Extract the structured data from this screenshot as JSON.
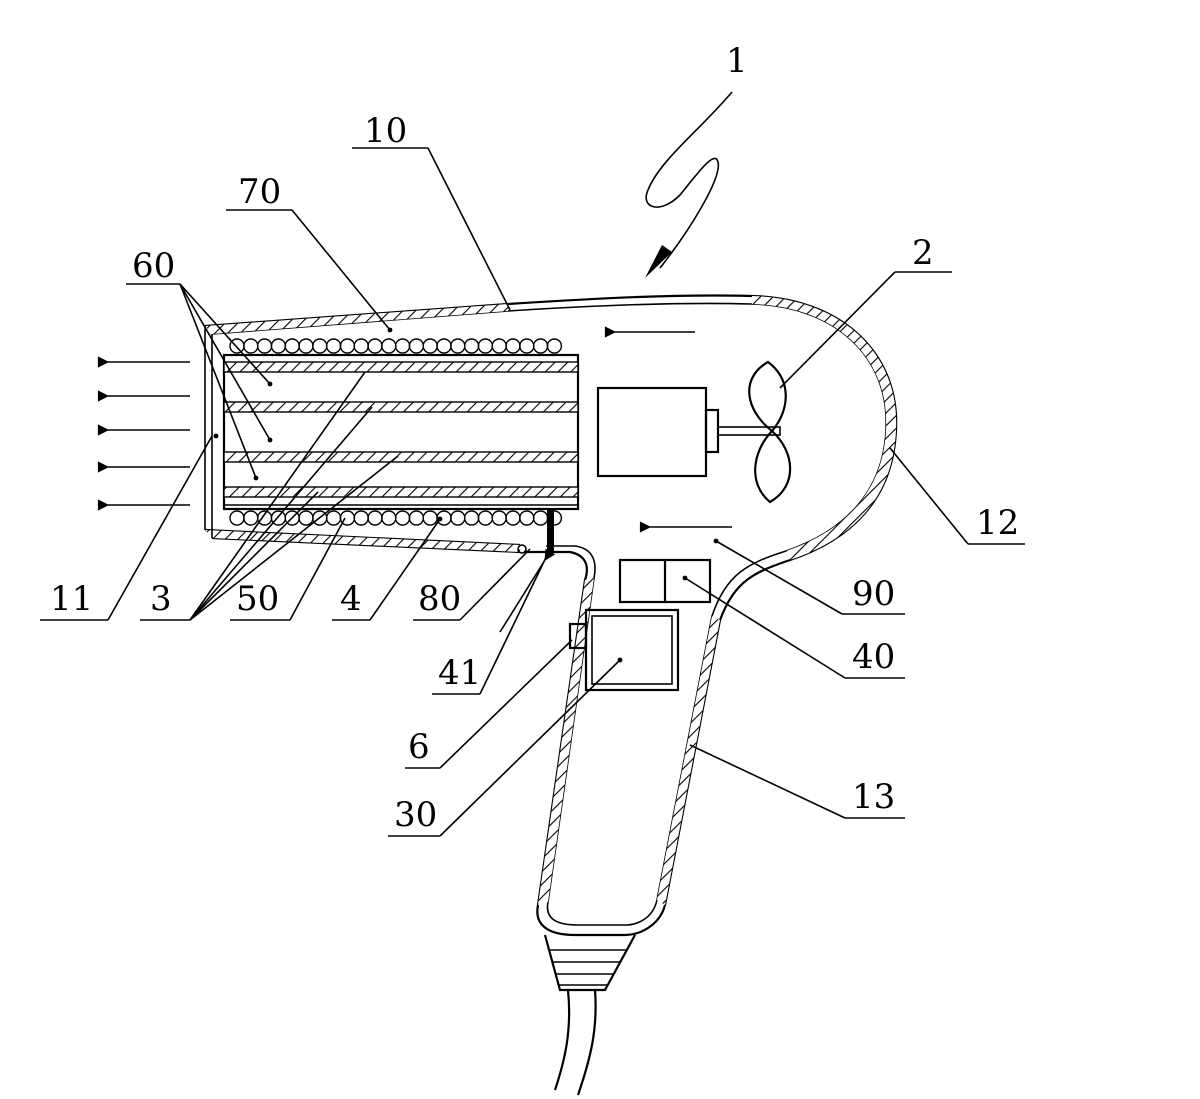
{
  "diagram": {
    "labels": {
      "l1": "1",
      "l10": "10",
      "l70": "70",
      "l60": "60",
      "l2": "2",
      "l12": "12",
      "l11": "11",
      "l3": "3",
      "l50": "50",
      "l4": "4",
      "l80": "80",
      "l41": "41",
      "l90": "90",
      "l40": "40",
      "l6": "6",
      "l30": "30",
      "l13": "13"
    },
    "colors": {
      "line": "#000000",
      "background": "#ffffff"
    }
  }
}
